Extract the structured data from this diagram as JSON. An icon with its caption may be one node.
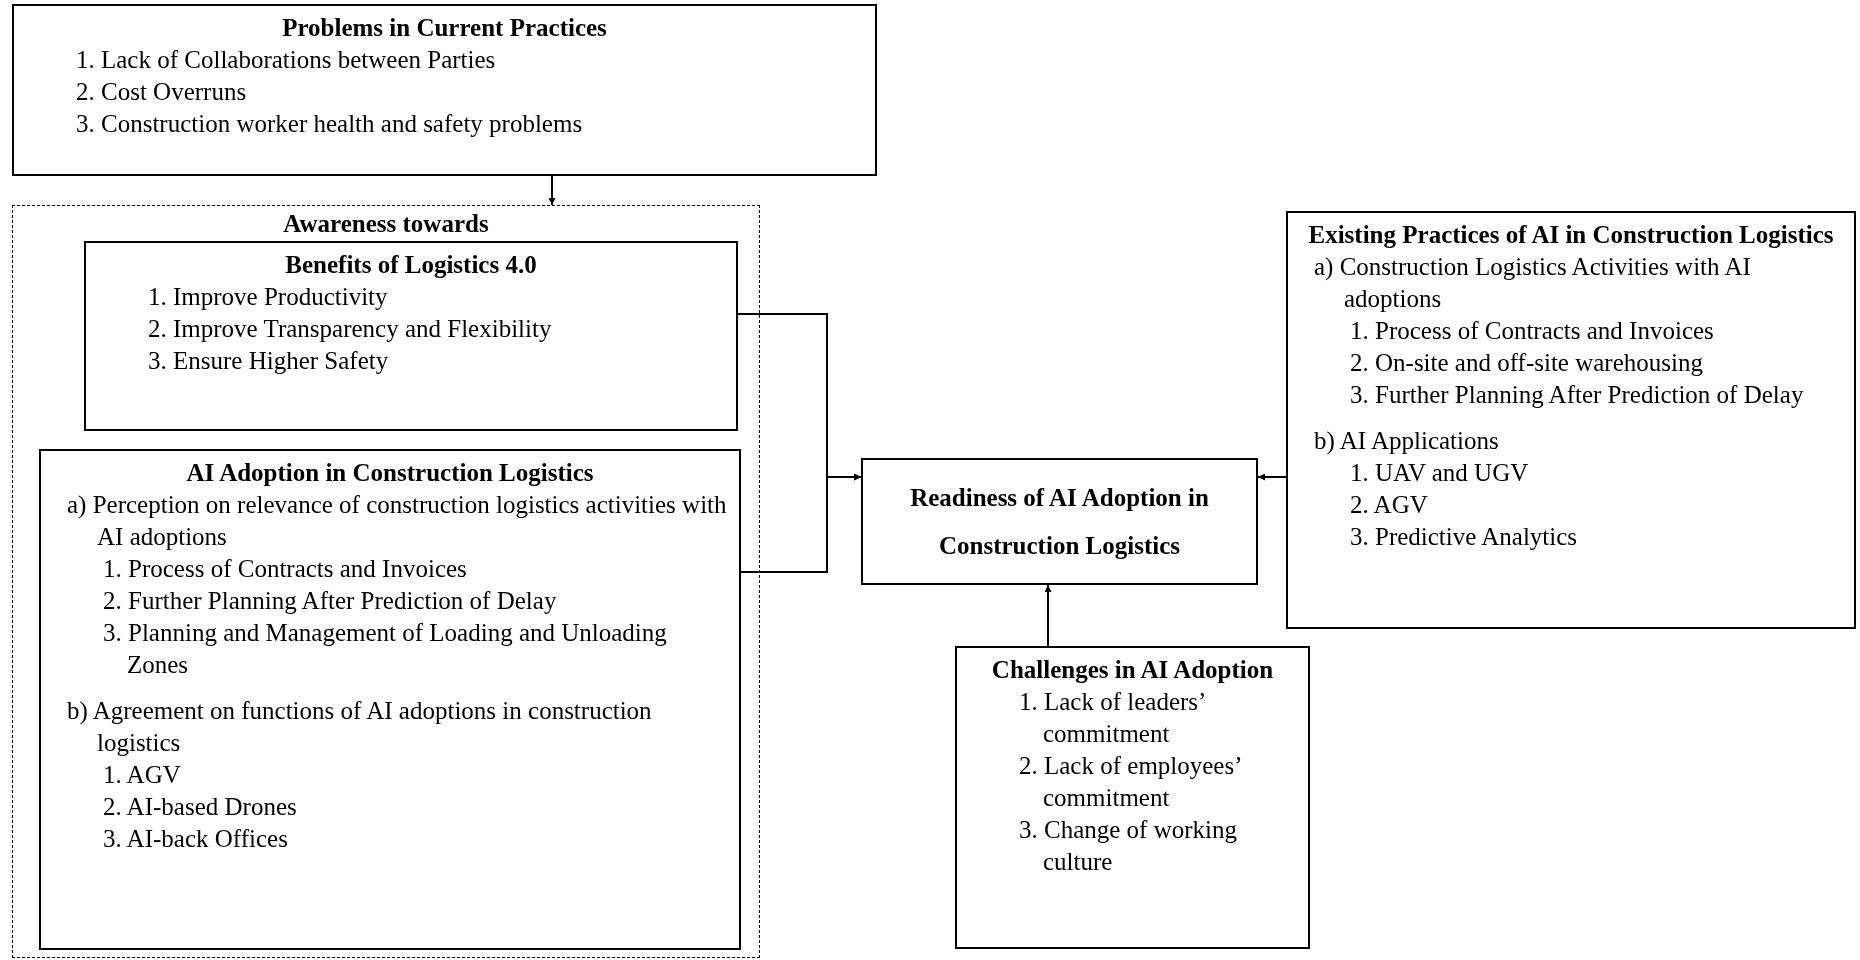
{
  "diagram": {
    "nodes": [
      {
        "text": [
          "Problems in Current Practices",
          "1. Lack of Collaborations between Parties",
          "2. Cost Overruns",
          "3. Construction worker health and safety problems"
        ]
      },
      {
        "text": [
          "Awareness towards"
        ]
      },
      {
        "text": [
          "Benefits of Logistics 4.0",
          "1. Improve Productivity",
          "2. Improve Transparency and Flexibility",
          "3. Ensure Higher Safety"
        ],
        "in": 1
      },
      {
        "text": [
          "AI Adoption in Construction Logistics",
          "a) Perception on relevance of construction logistics activities with AI adoptions",
          "1. Process of Contracts and Invoices",
          "2. Further Planning After Prediction of Delay",
          "3. Planning and Management of Loading and Unloading Zones",
          "b) Agreement on functions of AI adoptions in construction logistics",
          "1. AGV",
          "2. AI-based Drones",
          "3. AI-back Offices"
        ],
        "in": 1
      },
      {
        "text": [
          "Readiness of AI Adoption in Construction Logistics"
        ]
      },
      {
        "text": [
          "Existing Practices of AI in Construction Logistics",
          "a) Construction Logistics Activities with AI adoptions",
          "1. Process of Contracts and Invoices",
          "2. On-site and off-site warehousing",
          "3. Further Planning After Prediction of Delay",
          "b) AI Applications",
          "1. UAV and UGV",
          "2. AGV",
          "3. Predictive Analytics"
        ]
      },
      {
        "text": [
          "Challenges in AI Adoption",
          "1. Lack of leaders’ commitment",
          "2. Lack of employees’ commitment",
          "3. Change of working culture"
        ]
      }
    ],
    "edges": [
      {
        "from": 0,
        "to": 1,
        "arrow": "to"
      },
      {
        "from": 2,
        "to": 4,
        "arrow": "to"
      },
      {
        "from": 3,
        "to": 4,
        "arrow": "to"
      },
      {
        "from": 5,
        "to": 4,
        "arrow": "to"
      },
      {
        "from": 6,
        "to": 4,
        "arrow": "to"
      }
    ]
  }
}
